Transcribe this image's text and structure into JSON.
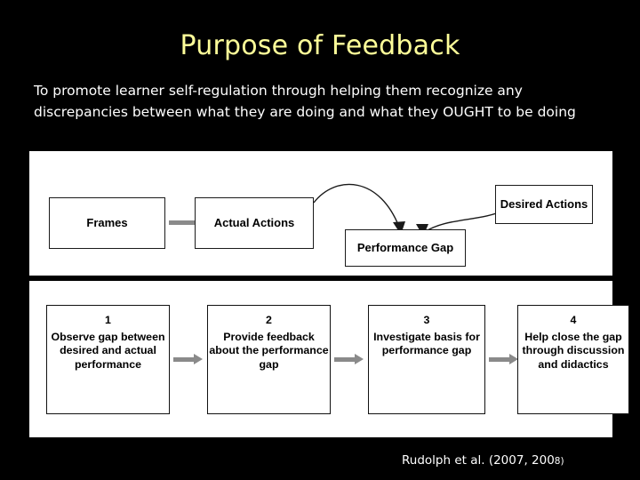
{
  "slide": {
    "title": "Purpose of Feedback",
    "body": "To promote learner self-regulation through helping them recognize any discrepancies between what they are doing and what they OUGHT to be doing",
    "citation_main": "Rudolph et al. (2007, 200",
    "citation_small": "8)",
    "colors": {
      "background": "#000000",
      "title": "#ffff99",
      "body_text": "#ffffff",
      "figure_background": "#ffffff",
      "arrow": "#8a8a8a",
      "box_border": "#1a1a1a"
    }
  },
  "figure_top": {
    "name": "performance-gap-diagram",
    "boxes": [
      {
        "label": "Frames"
      },
      {
        "label": "Actual Actions"
      },
      {
        "label": "Performance Gap"
      },
      {
        "label": "Desired Actions"
      }
    ]
  },
  "figure_bottom": {
    "name": "four-step-feedback-diagram",
    "steps": [
      {
        "number": "1",
        "label": "Observe gap between desired and actual performance"
      },
      {
        "number": "2",
        "label": "Provide feedback about the performance gap"
      },
      {
        "number": "3",
        "label": "Investigate basis for performance gap"
      },
      {
        "number": "4",
        "label": "Help close the gap through discussion and didactics"
      }
    ]
  }
}
